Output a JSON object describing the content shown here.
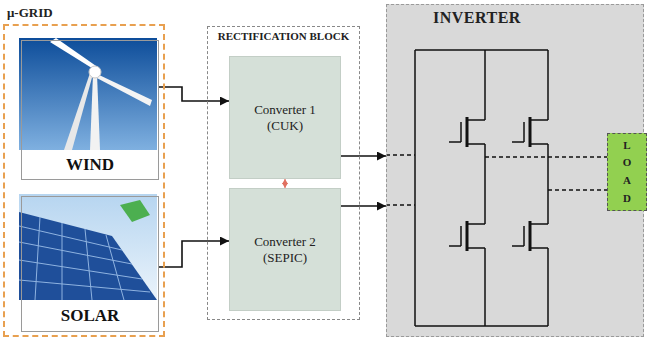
{
  "diagram": {
    "nodes": [
      {
        "text": [
          "μ-GRID"
        ]
      },
      {
        "text": [
          "WIND"
        ],
        "in": 0
      },
      {
        "text": [
          "SOLAR"
        ],
        "in": 0
      },
      {
        "text": [
          "RECTIFICATION BLOCK"
        ]
      },
      {
        "text": [
          "Converter 1 (CUK)"
        ],
        "in": 3
      },
      {
        "text": [
          "Converter 2 (SEPIC)"
        ],
        "in": 3
      },
      {
        "text": [
          "INVERTER"
        ]
      },
      {
        "text": [
          "LOAD"
        ]
      }
    ],
    "edges": [
      {
        "from": 1,
        "to": 4,
        "arrow": "to"
      },
      {
        "from": 2,
        "to": 5,
        "arrow": "to"
      },
      {
        "from": 4,
        "to": 6,
        "arrow": "to"
      },
      {
        "from": 5,
        "to": 6,
        "arrow": "to"
      },
      {
        "from": 4,
        "to": 5,
        "arrow": "both"
      },
      {
        "from": 6,
        "to": 7,
        "arrow": "none"
      },
      {
        "from": 6,
        "to": 7,
        "arrow": "none"
      }
    ]
  }
}
